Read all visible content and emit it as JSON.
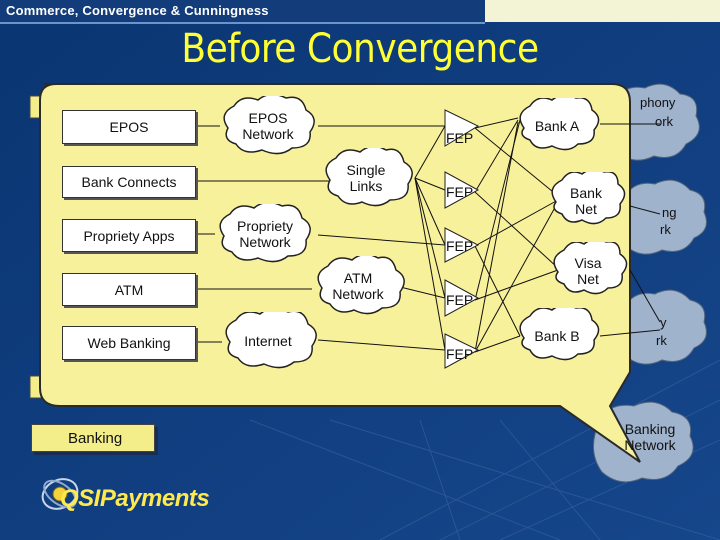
{
  "header": {
    "title": "Commerce, Convergence & Cunningness"
  },
  "slide": {
    "title": "Before Convergence"
  },
  "left_boxes": [
    "EPOS",
    "Bank Connects",
    "Propriety Apps",
    "ATM",
    "Web Banking"
  ],
  "clouds": {
    "epos_network": "EPOS\nNetwork",
    "single_links": "Single\nLinks",
    "propriety_network": "Propriety\nNetwork",
    "atm_network": "ATM\nNetwork",
    "internet": "Internet",
    "bank_a": "Bank A",
    "bank_net": "Bank\nNet",
    "visa_net": "Visa\nNet",
    "bank_b": "Bank B",
    "banking_network": "Banking\nNetwork"
  },
  "fep_label": "FEP",
  "background_fragments": {
    "telephony": "phony",
    "telephony2": "ork",
    "banking_partial1": "ng",
    "banking_partial2": "rk",
    "partial3": "y",
    "partial4": "rk"
  },
  "banking_bar": "Banking",
  "logo": {
    "text": "QSIPayments"
  },
  "colors": {
    "callout_fill": "#f8f19b",
    "title": "#ffff33",
    "background": "#0d3a73"
  }
}
